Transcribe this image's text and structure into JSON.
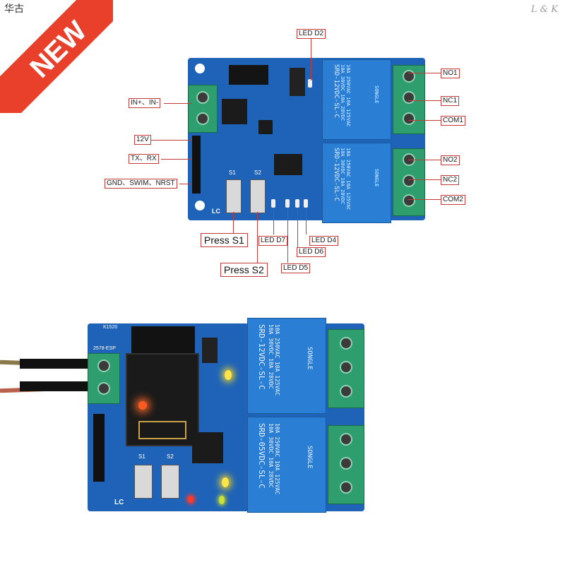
{
  "badge": {
    "text": "NEW",
    "corner_text": "华古"
  },
  "watermark": "L & K",
  "diagram": {
    "labels": {
      "led_d2": "LED D2",
      "in": "IN+、IN-",
      "v12": "12V",
      "txrx": "TX、RX",
      "gnd": "GND、SWIM、NRST",
      "no1": "NO1",
      "nc1": "NC1",
      "com1": "COM1",
      "no2": "NO2",
      "nc2": "NC2",
      "com2": "COM2",
      "press_s1": "Press S1",
      "press_s2": "Press S2",
      "led_d7": "LED D7",
      "led_d4": "LED D4",
      "led_d6": "LED D6",
      "led_d5": "LED D5"
    },
    "board_text": {
      "lc": "LC",
      "s1": "S1",
      "s2": "S2",
      "relay_top": "SRD-12VDC-SL-C",
      "relay_bottom": "SRD-12VDC-SL-C",
      "relay_rating": "10A 250VAC 10A 125VAC 10A 30VDC 10A 28VDC",
      "songle": "SONGLE"
    }
  },
  "photo": {
    "board_text": {
      "lc": "LC",
      "s1": "S1",
      "s2": "S2",
      "code_top": "K1520",
      "code_side": "2578-ESP",
      "relay_top": "SRD-12VDC-SL-C",
      "relay_bottom": "SRD-05VDC-SL-C",
      "relay_rating": "10A 250VAC 10A 125VAC 10A 30VDC 10A 28VDC",
      "songle": "SONGLE"
    }
  },
  "colors": {
    "pcb": "#1f63b8",
    "relay": "#2a7fd4",
    "terminal": "#2f9e6e",
    "callout": "#c43b3b",
    "badge": "#e8402a"
  }
}
